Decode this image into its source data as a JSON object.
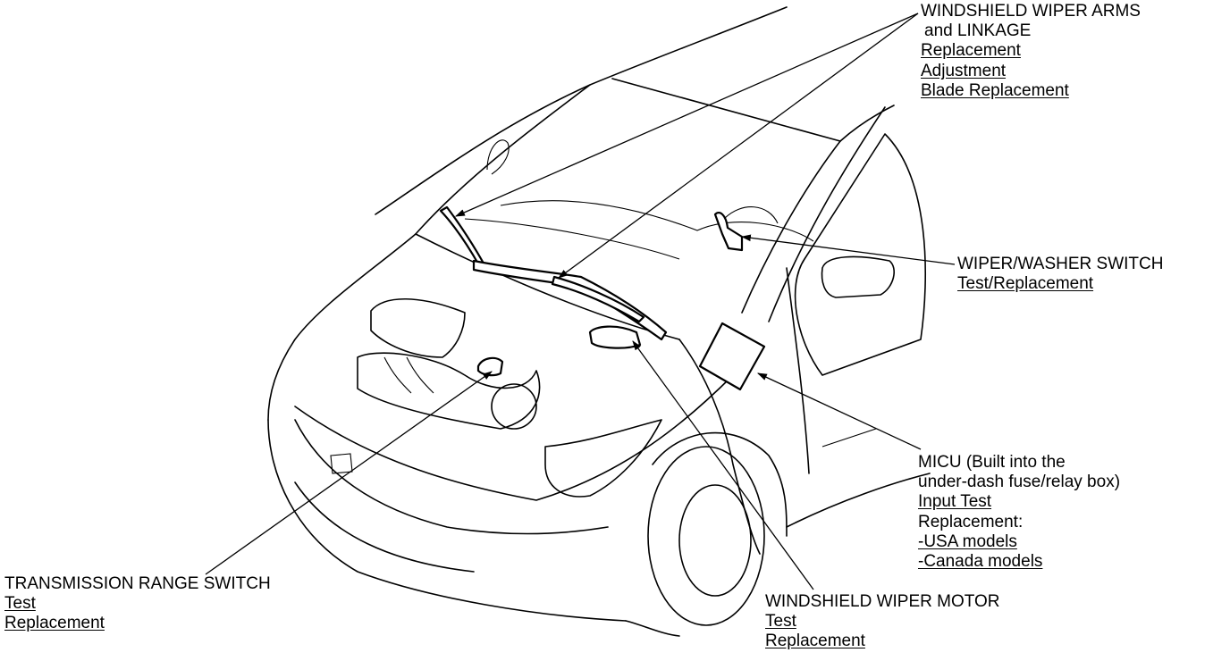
{
  "callouts": {
    "wiper_arms": {
      "title_line1": "WINDSHIELD WIPER ARMS",
      "title_line2": "and LINKAGE",
      "links": [
        "Replacement",
        "Adjustment",
        "Blade Replacement"
      ]
    },
    "washer_switch": {
      "title": "WIPER/WASHER SWITCH",
      "links": [
        "Test/Replacement"
      ]
    },
    "micu": {
      "title_line1": "MICU (Built into the",
      "title_line2": "under-dash fuse/relay box)",
      "links": [
        "Input Test"
      ],
      "sub_title": "Replacement:",
      "sub_links": [
        "-USA models",
        "-Canada models"
      ]
    },
    "wiper_motor": {
      "title": "WINDSHIELD WIPER MOTOR",
      "links": [
        "Test",
        "Replacement"
      ]
    },
    "trans_switch": {
      "title": "TRANSMISSION RANGE SWITCH",
      "links": [
        "Test",
        "Replacement"
      ]
    }
  }
}
